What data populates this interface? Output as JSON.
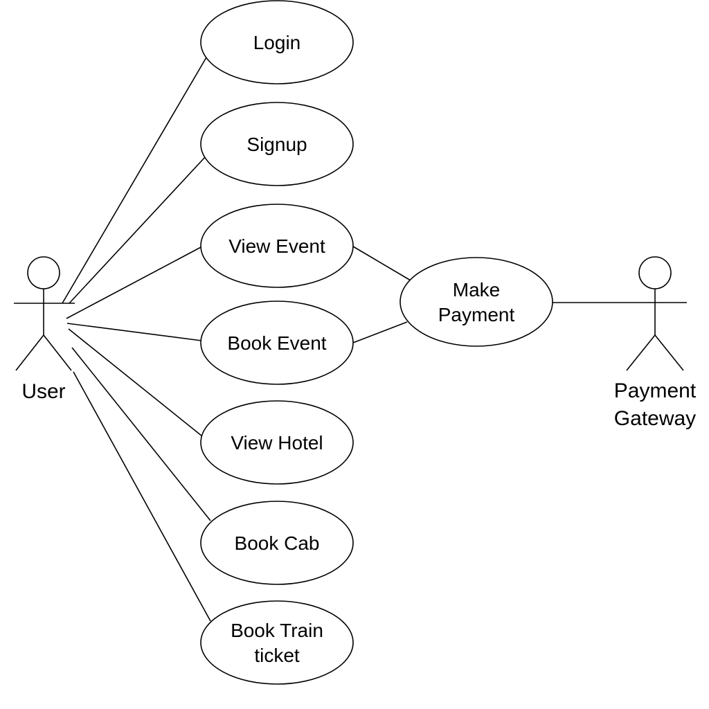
{
  "actors": [
    {
      "id": "user",
      "name": "User",
      "lines": [
        "User"
      ]
    },
    {
      "id": "gateway",
      "name": "Payment Gateway",
      "lines": [
        "Payment",
        "Gateway"
      ]
    }
  ],
  "use_cases": [
    {
      "id": "login",
      "lines": [
        "Login"
      ]
    },
    {
      "id": "signup",
      "lines": [
        "Signup"
      ]
    },
    {
      "id": "view-event",
      "lines": [
        "View Event"
      ]
    },
    {
      "id": "book-event",
      "lines": [
        "Book Event"
      ]
    },
    {
      "id": "view-hotel",
      "lines": [
        "View Hotel"
      ]
    },
    {
      "id": "book-cab",
      "lines": [
        "Book Cab"
      ]
    },
    {
      "id": "book-train-ticket",
      "lines": [
        "Book Train",
        "ticket"
      ]
    },
    {
      "id": "make-payment",
      "lines": [
        "Make",
        "Payment"
      ]
    }
  ],
  "associations": [
    {
      "from": "user",
      "to": "login"
    },
    {
      "from": "user",
      "to": "signup"
    },
    {
      "from": "user",
      "to": "view-event"
    },
    {
      "from": "user",
      "to": "book-event"
    },
    {
      "from": "user",
      "to": "view-hotel"
    },
    {
      "from": "user",
      "to": "book-cab"
    },
    {
      "from": "user",
      "to": "book-train-ticket"
    },
    {
      "from": "view-event",
      "to": "make-payment"
    },
    {
      "from": "book-event",
      "to": "make-payment"
    },
    {
      "from": "make-payment",
      "to": "gateway"
    }
  ],
  "colors": {
    "stroke": "#000000",
    "background": "#ffffff"
  }
}
